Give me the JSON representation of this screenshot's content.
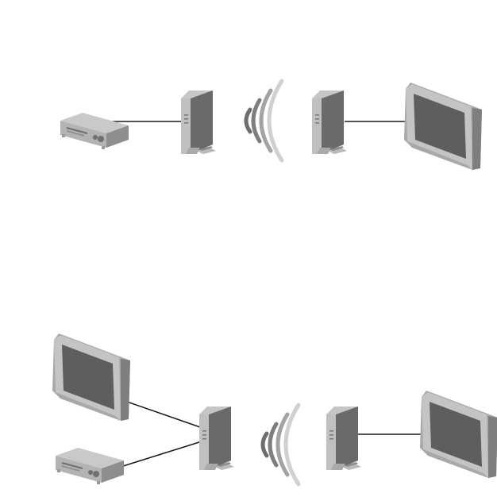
{
  "diagrams": [
    {
      "id": "top",
      "devices": [
        "set-top-box",
        "wireless-transmitter",
        "wireless-receiver",
        "monitor"
      ],
      "signal": "wireless-waves",
      "connections": [
        [
          "set-top-box",
          "wireless-transmitter"
        ],
        [
          "wireless-receiver",
          "monitor"
        ]
      ]
    },
    {
      "id": "bottom",
      "devices": [
        "monitor",
        "set-top-box",
        "wireless-transmitter",
        "wireless-receiver",
        "monitor"
      ],
      "signal": "wireless-waves",
      "connections": [
        [
          "monitor",
          "wireless-transmitter"
        ],
        [
          "set-top-box",
          "wireless-transmitter"
        ],
        [
          "wireless-receiver",
          "monitor"
        ]
      ]
    }
  ],
  "colors": {
    "device_dark": "#646464",
    "device_light": "#b5b5b5",
    "device_mid": "#8f8f8f",
    "wave_dark": "#707070",
    "wave_mid": "#9b9b9b",
    "wave_light": "#cfcfcf",
    "cable": "#1a1a1a"
  },
  "icons": [
    "set-top-box-icon",
    "transmitter-icon",
    "receiver-icon",
    "monitor-icon",
    "wireless-waves-icon"
  ]
}
